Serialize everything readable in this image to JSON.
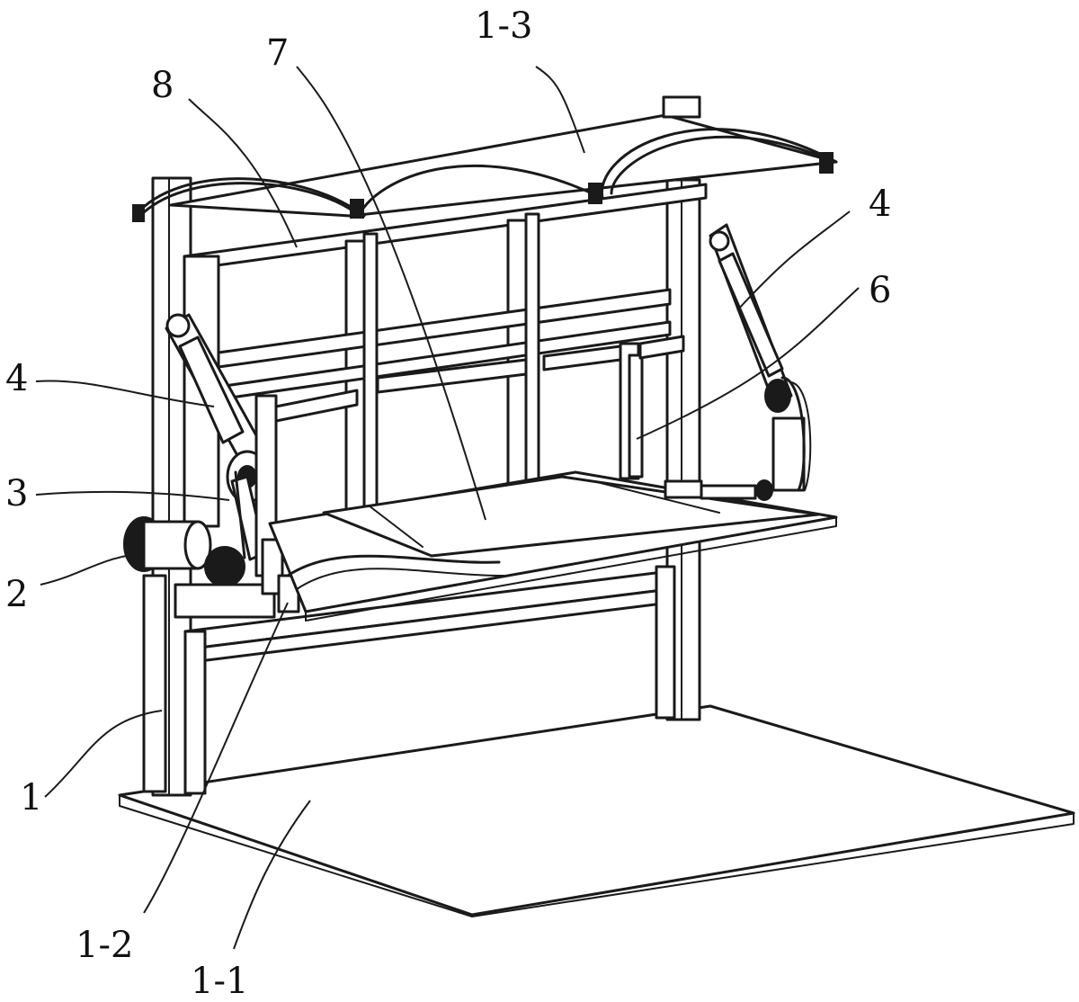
{
  "labels": {
    "l_1_3": "1-3",
    "l_8": "8",
    "l_7": "7",
    "l_4_right": "4",
    "l_6": "6",
    "l_4_left": "4",
    "l_3": "3",
    "l_2": "2",
    "l_1": "1",
    "l_1_2": "1-2",
    "l_1_1": "1-1"
  }
}
